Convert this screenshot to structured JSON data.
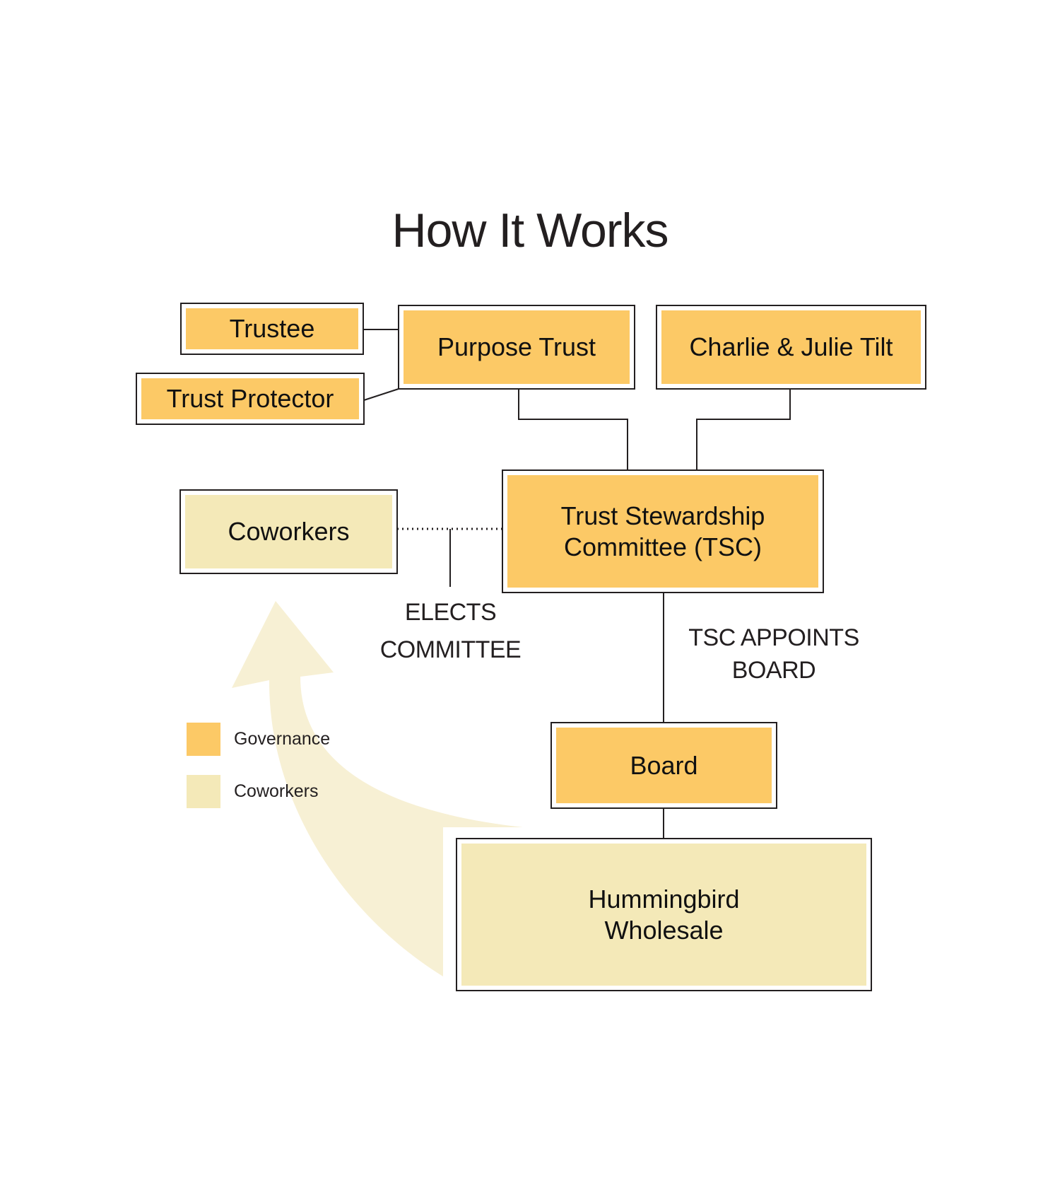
{
  "title": "How It Works",
  "colors": {
    "governance": "#fcc966",
    "coworkers": "#f4e9b8",
    "arrow": "#f7efd2",
    "line": "#231f20"
  },
  "nodes": {
    "trustee": {
      "label": "Trustee",
      "category": "Governance"
    },
    "trust_protector": {
      "label": "Trust Protector",
      "category": "Governance"
    },
    "purpose_trust": {
      "label": "Purpose Trust",
      "category": "Governance"
    },
    "founders": {
      "label": "Charlie & Julie Tilt",
      "category": "Governance"
    },
    "coworkers": {
      "label": "Coworkers",
      "category": "Coworkers"
    },
    "tsc": {
      "label": "Trust Stewardship Committee (TSC)",
      "category": "Governance"
    },
    "board": {
      "label": "Board",
      "category": "Governance"
    },
    "company": {
      "label": "Hummingbird Wholesale",
      "category": "Coworkers"
    }
  },
  "edge_labels": {
    "elects": "ELECTS COMMITTEE",
    "appoints": "TSC APPOINTS BOARD"
  },
  "edges": [
    {
      "from": "trustee",
      "to": "purpose_trust",
      "style": "solid"
    },
    {
      "from": "trust_protector",
      "to": "purpose_trust",
      "style": "solid"
    },
    {
      "from": "purpose_trust",
      "to": "tsc",
      "style": "solid"
    },
    {
      "from": "founders",
      "to": "tsc",
      "style": "solid"
    },
    {
      "from": "coworkers",
      "to": "tsc",
      "style": "dotted",
      "label": "ELECTS COMMITTEE"
    },
    {
      "from": "tsc",
      "to": "board",
      "style": "solid",
      "label": "TSC APPOINTS BOARD"
    },
    {
      "from": "board",
      "to": "company",
      "style": "solid"
    },
    {
      "from": "company",
      "to": "coworkers",
      "style": "curved-arrow"
    }
  ],
  "legend": [
    {
      "label": "Governance",
      "color": "#fcc966"
    },
    {
      "label": "Coworkers",
      "color": "#f4e9b8"
    }
  ]
}
